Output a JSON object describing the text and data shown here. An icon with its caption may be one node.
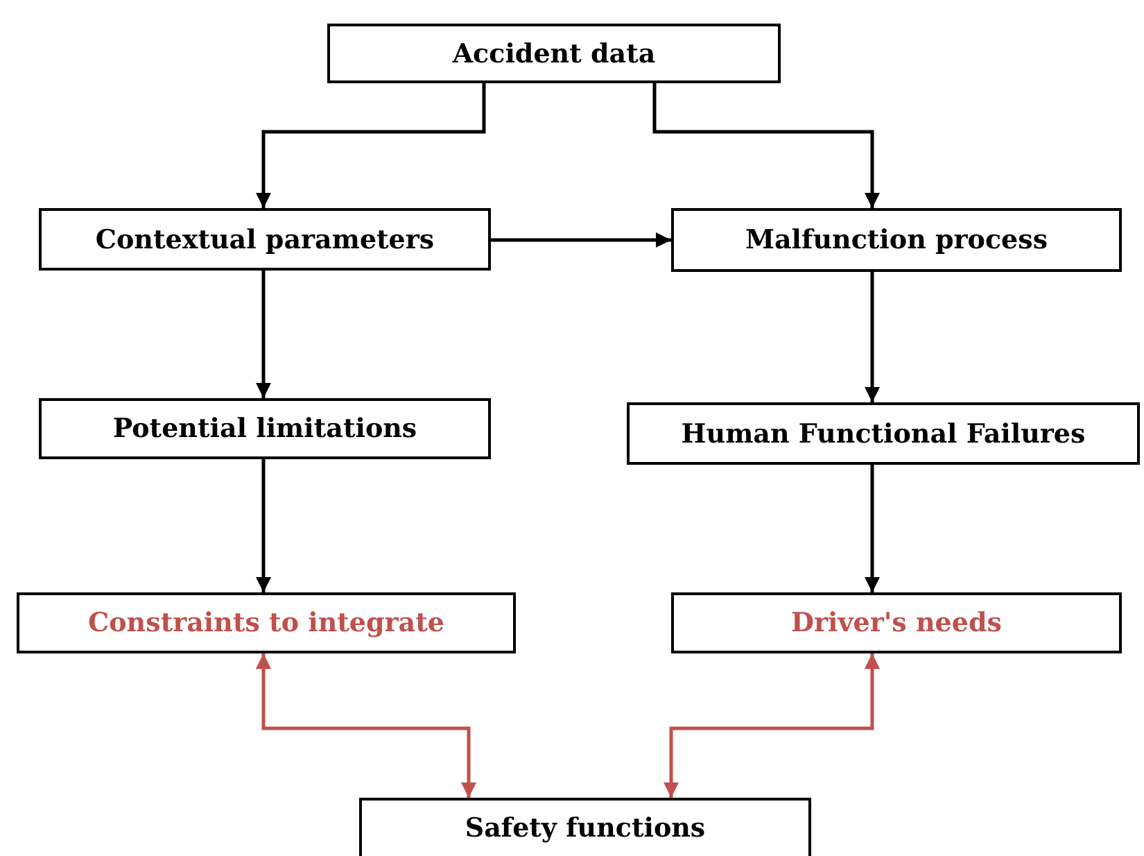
{
  "diagram": {
    "nodes": [
      {
        "text": [
          "Accident data"
        ]
      },
      {
        "text": [
          "Contextual parameters"
        ]
      },
      {
        "text": [
          "Malfunction process"
        ]
      },
      {
        "text": [
          "Potential limitations"
        ]
      },
      {
        "text": [
          "Human Functional Failures"
        ]
      },
      {
        "text": [
          "Constraints to integrate"
        ]
      },
      {
        "text": [
          "Driver's needs"
        ]
      },
      {
        "text": [
          "Safety functions"
        ]
      }
    ],
    "edges": [
      {
        "from": 0,
        "to": 1,
        "arrow": "to"
      },
      {
        "from": 0,
        "to": 2,
        "arrow": "to"
      },
      {
        "from": 1,
        "to": 2,
        "arrow": "to"
      },
      {
        "from": 1,
        "to": 3,
        "arrow": "to"
      },
      {
        "from": 2,
        "to": 4,
        "arrow": "to"
      },
      {
        "from": 3,
        "to": 5,
        "arrow": "to"
      },
      {
        "from": 4,
        "to": 6,
        "arrow": "to"
      },
      {
        "from": 5,
        "to": 7,
        "arrow": "both",
        "color": "#c0504d"
      },
      {
        "from": 6,
        "to": 7,
        "arrow": "both",
        "color": "#c0504d"
      }
    ]
  }
}
